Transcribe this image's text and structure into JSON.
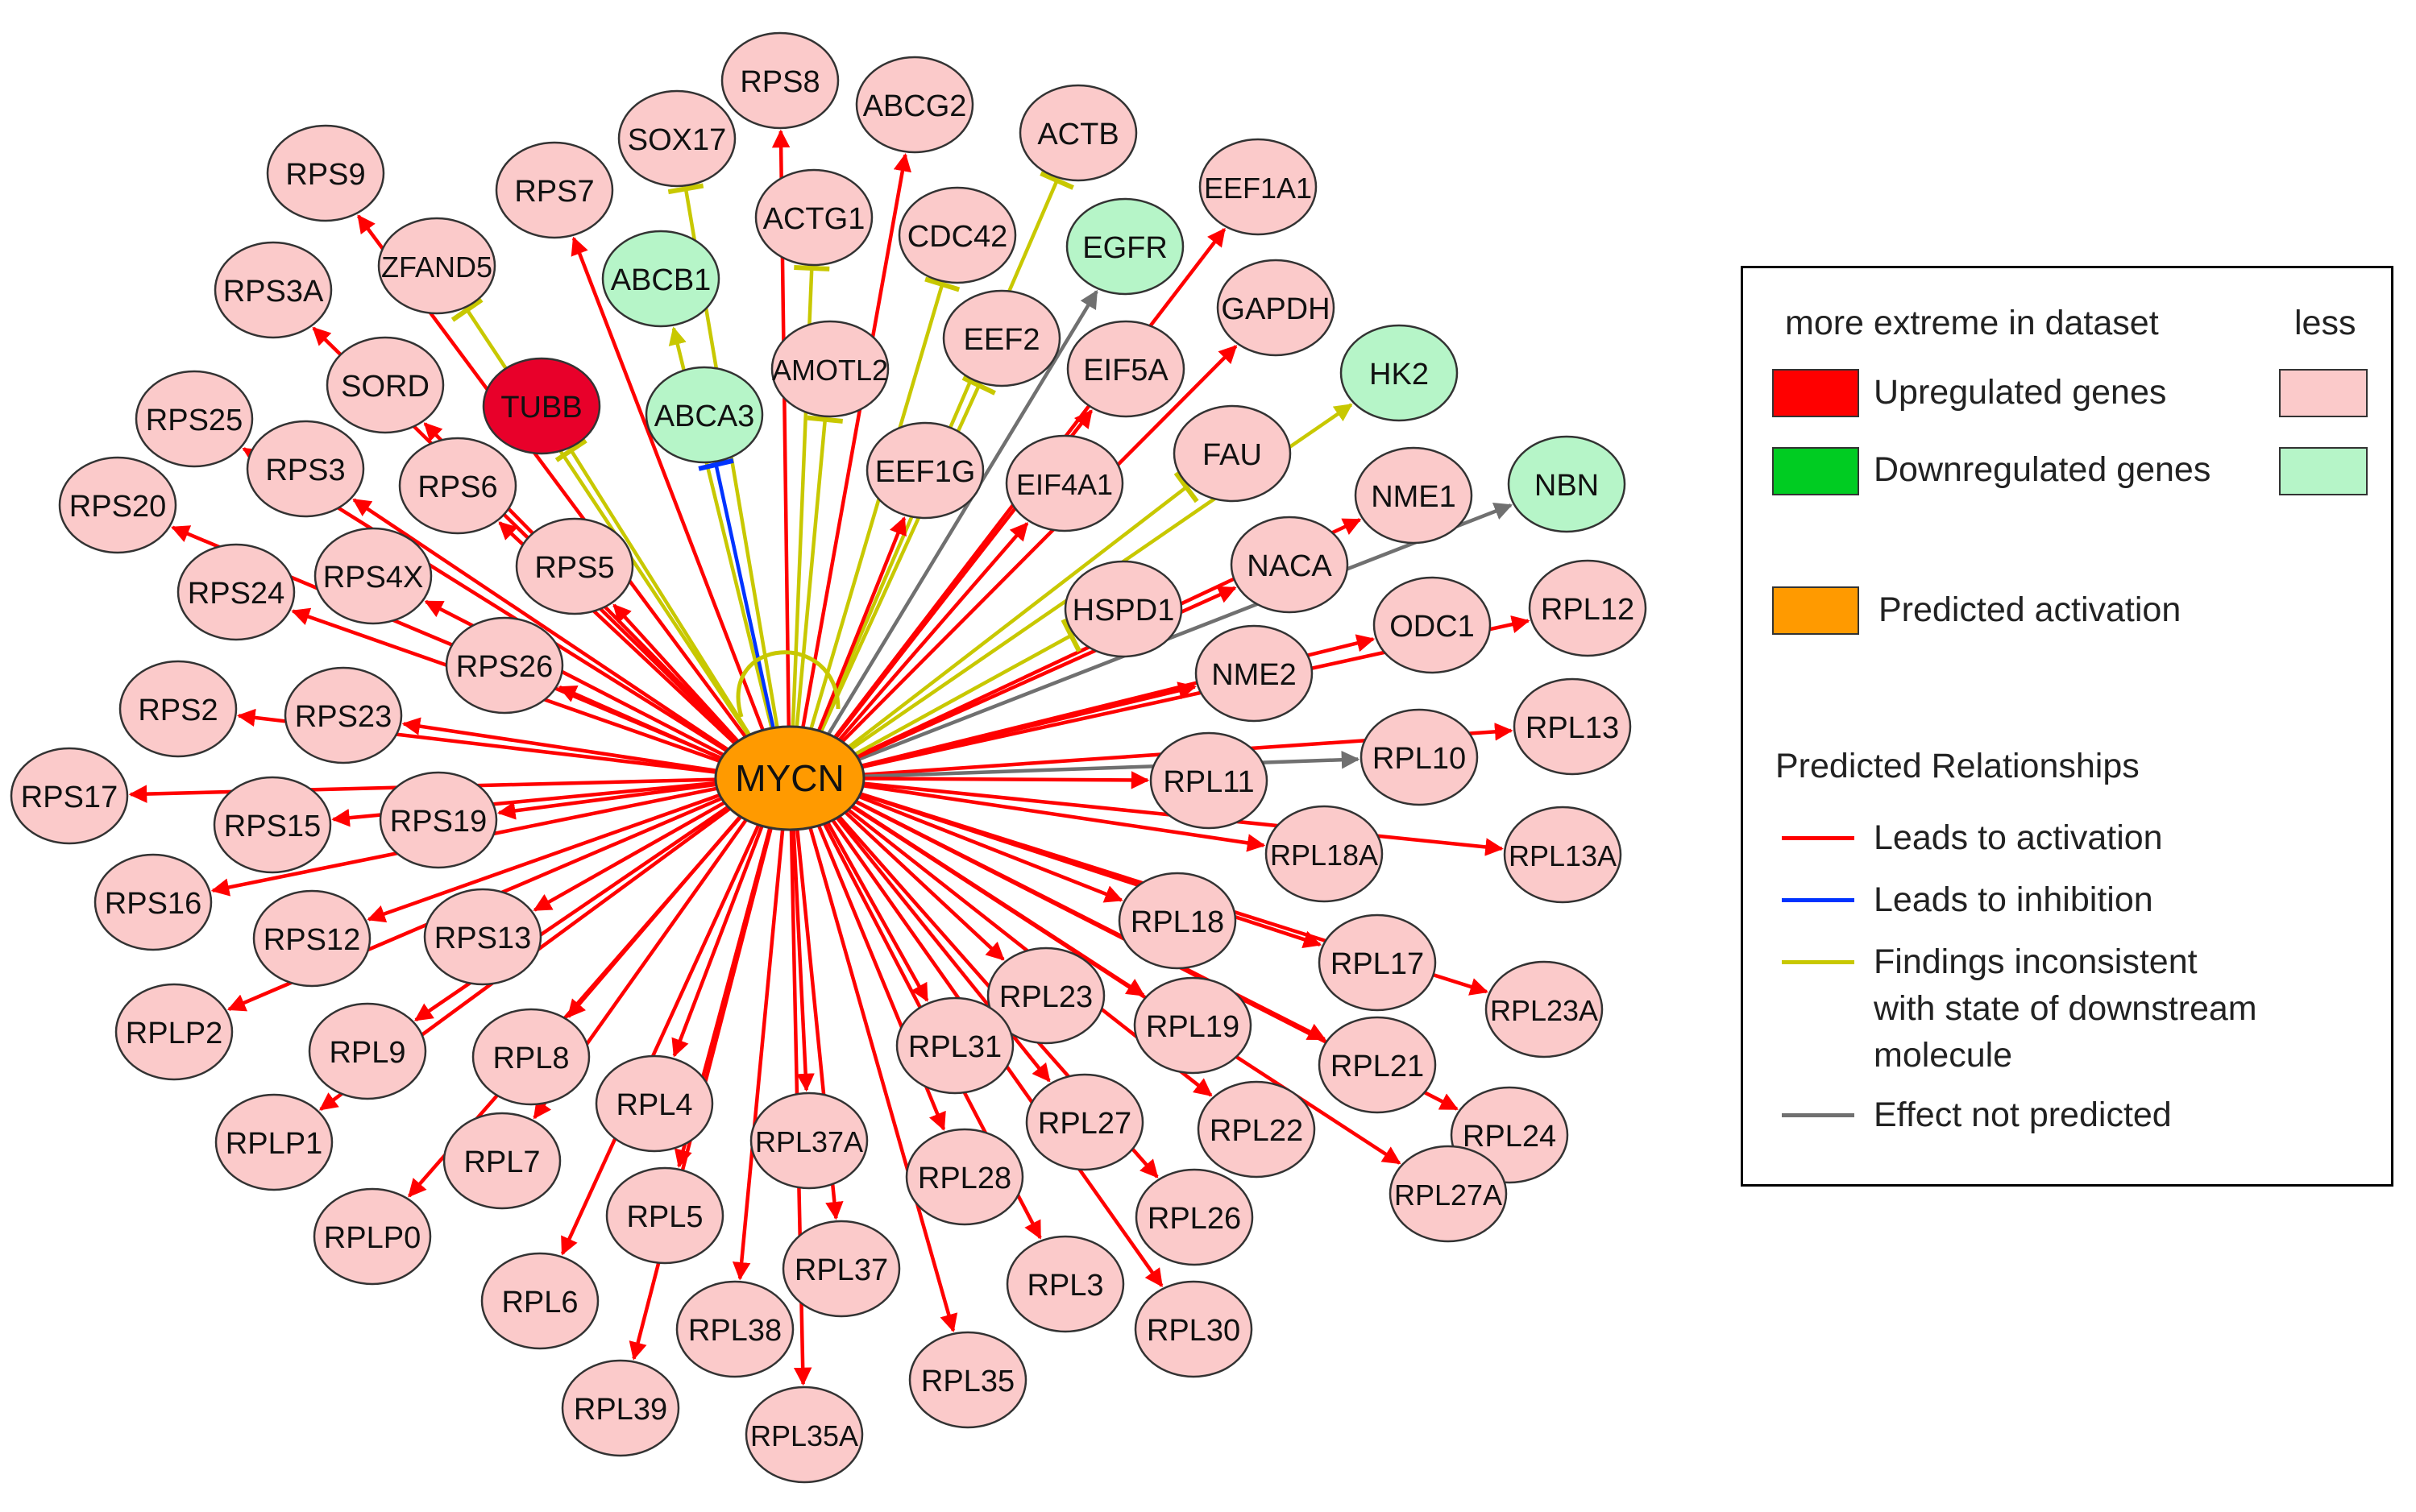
{
  "center": {
    "label": "MYCN",
    "status": "predicted"
  },
  "edge_colors": {
    "activation": "#ff0000",
    "inhibition": "#0033ff",
    "inconsistent": "#c8c800",
    "not_predicted": "#707070"
  },
  "node_colors": {
    "up_strong": "#e8002a",
    "up_light": "#fbcaca",
    "down_light": "#b6f5c8",
    "predicted": "#ff9a00"
  },
  "nodes": [
    {
      "label": "RPS9",
      "status": "up",
      "relation": "activation"
    },
    {
      "label": "RPS7",
      "status": "up",
      "relation": "activation"
    },
    {
      "label": "SOX17",
      "status": "up",
      "relation": "inconsistent"
    },
    {
      "label": "RPS8",
      "status": "up",
      "relation": "activation"
    },
    {
      "label": "ABCG2",
      "status": "up",
      "relation": "activation"
    },
    {
      "label": "ACTB",
      "status": "up",
      "relation": "inconsistent"
    },
    {
      "label": "EEF1A1",
      "status": "up",
      "relation": "activation"
    },
    {
      "label": "ZFAND5",
      "status": "up",
      "relation": "inconsistent"
    },
    {
      "label": "ACTG1",
      "status": "up",
      "relation": "inconsistent"
    },
    {
      "label": "CDC42",
      "status": "up",
      "relation": "inconsistent"
    },
    {
      "label": "EGFR",
      "status": "down",
      "relation": "not_predicted"
    },
    {
      "label": "RPS3A",
      "status": "up",
      "relation": "activation"
    },
    {
      "label": "ABCB1",
      "status": "down",
      "relation": "inconsistent"
    },
    {
      "label": "GAPDH",
      "status": "up",
      "relation": "activation"
    },
    {
      "label": "TUBB",
      "status": "up_strong",
      "relation": "inconsistent"
    },
    {
      "label": "SORD",
      "status": "up",
      "relation": "activation"
    },
    {
      "label": "AMOTL2",
      "status": "up",
      "relation": "inconsistent"
    },
    {
      "label": "EEF2",
      "status": "up",
      "relation": "inconsistent"
    },
    {
      "label": "EIF5A",
      "status": "up",
      "relation": "activation"
    },
    {
      "label": "HK2",
      "status": "down",
      "relation": "inconsistent"
    },
    {
      "label": "ABCA3",
      "status": "down",
      "relation": "inhibition"
    },
    {
      "label": "RPS25",
      "status": "up",
      "relation": "activation"
    },
    {
      "label": "RPS3",
      "status": "up",
      "relation": "activation"
    },
    {
      "label": "EEF1G",
      "status": "up",
      "relation": "activation"
    },
    {
      "label": "FAU",
      "status": "up",
      "relation": "inconsistent"
    },
    {
      "label": "NBN",
      "status": "down",
      "relation": "not_predicted"
    },
    {
      "label": "RPS6",
      "status": "up",
      "relation": "activation"
    },
    {
      "label": "EIF4A1",
      "status": "up",
      "relation": "activation"
    },
    {
      "label": "NME1",
      "status": "up",
      "relation": "activation"
    },
    {
      "label": "RPS20",
      "status": "up",
      "relation": "activation"
    },
    {
      "label": "RPS5",
      "status": "up",
      "relation": "activation"
    },
    {
      "label": "NACA",
      "status": "up",
      "relation": "activation"
    },
    {
      "label": "RPS4X",
      "status": "up",
      "relation": "activation"
    },
    {
      "label": "HSPD1",
      "status": "up",
      "relation": "inconsistent"
    },
    {
      "label": "RPS24",
      "status": "up",
      "relation": "activation"
    },
    {
      "label": "RPL12",
      "status": "up",
      "relation": "activation"
    },
    {
      "label": "ODC1",
      "status": "up",
      "relation": "activation"
    },
    {
      "label": "RPS26",
      "status": "up",
      "relation": "activation"
    },
    {
      "label": "NME2",
      "status": "up",
      "relation": "activation"
    },
    {
      "label": "RPS2",
      "status": "up",
      "relation": "activation"
    },
    {
      "label": "RPS23",
      "status": "up",
      "relation": "activation"
    },
    {
      "label": "RPL13",
      "status": "up",
      "relation": "activation"
    },
    {
      "label": "RPL10",
      "status": "up",
      "relation": "not_predicted"
    },
    {
      "label": "RPS17",
      "status": "up",
      "relation": "activation"
    },
    {
      "label": "RPL11",
      "status": "up",
      "relation": "activation"
    },
    {
      "label": "RPS15",
      "status": "up",
      "relation": "activation"
    },
    {
      "label": "RPS19",
      "status": "up",
      "relation": "activation"
    },
    {
      "label": "RPL13A",
      "status": "up",
      "relation": "activation"
    },
    {
      "label": "RPL18A",
      "status": "up",
      "relation": "activation"
    },
    {
      "label": "RPS16",
      "status": "up",
      "relation": "activation"
    },
    {
      "label": "RPS12",
      "status": "up",
      "relation": "activation"
    },
    {
      "label": "RPS13",
      "status": "up",
      "relation": "activation"
    },
    {
      "label": "RPL18",
      "status": "up",
      "relation": "activation"
    },
    {
      "label": "RPL17",
      "status": "up",
      "relation": "activation"
    },
    {
      "label": "RPLP2",
      "status": "up",
      "relation": "activation"
    },
    {
      "label": "RPL23A",
      "status": "up",
      "relation": "activation"
    },
    {
      "label": "RPL23",
      "status": "up",
      "relation": "activation"
    },
    {
      "label": "RPL31",
      "status": "up",
      "relation": "activation"
    },
    {
      "label": "RPL9",
      "status": "up",
      "relation": "activation"
    },
    {
      "label": "RPL8",
      "status": "up",
      "relation": "activation"
    },
    {
      "label": "RPL19",
      "status": "up",
      "relation": "activation"
    },
    {
      "label": "RPL21",
      "status": "up",
      "relation": "activation"
    },
    {
      "label": "RPL4",
      "status": "up",
      "relation": "activation"
    },
    {
      "label": "RPLP1",
      "status": "up",
      "relation": "activation"
    },
    {
      "label": "RPL37A",
      "status": "up",
      "relation": "activation"
    },
    {
      "label": "RPL27",
      "status": "up",
      "relation": "activation"
    },
    {
      "label": "RPL22",
      "status": "up",
      "relation": "activation"
    },
    {
      "label": "RPL24",
      "status": "up",
      "relation": "activation"
    },
    {
      "label": "RPL7",
      "status": "up",
      "relation": "activation"
    },
    {
      "label": "RPL28",
      "status": "up",
      "relation": "activation"
    },
    {
      "label": "RPL27A",
      "status": "up",
      "relation": "activation"
    },
    {
      "label": "RPLP0",
      "status": "up",
      "relation": "activation"
    },
    {
      "label": "RPL5",
      "status": "up",
      "relation": "activation"
    },
    {
      "label": "RPL26",
      "status": "up",
      "relation": "activation"
    },
    {
      "label": "RPL37",
      "status": "up",
      "relation": "activation"
    },
    {
      "label": "RPL3",
      "status": "up",
      "relation": "activation"
    },
    {
      "label": "RPL6",
      "status": "up",
      "relation": "activation"
    },
    {
      "label": "RPL38",
      "status": "up",
      "relation": "activation"
    },
    {
      "label": "RPL30",
      "status": "up",
      "relation": "activation"
    },
    {
      "label": "RPL35",
      "status": "up",
      "relation": "activation"
    },
    {
      "label": "RPL39",
      "status": "up",
      "relation": "activation"
    },
    {
      "label": "RPL35A",
      "status": "up",
      "relation": "activation"
    }
  ],
  "legend": {
    "header_more": "more extreme in dataset",
    "header_less": "less",
    "upregulated": "Upregulated genes",
    "downregulated": "Downregulated genes",
    "predicted_activation": "Predicted activation",
    "relationships_title": "Predicted Relationships",
    "leads_activation": "Leads to activation",
    "leads_inhibition": "Leads to inhibition",
    "findings_line1": "Findings inconsistent",
    "findings_line2": "with state of downstream",
    "findings_line3": "molecule",
    "effect_not_predicted": "Effect not predicted",
    "colors": {
      "up_dark": "#ff0000",
      "up_light": "#fbcaca",
      "down_dark": "#00cc22",
      "down_light": "#b6f5c8",
      "predicted": "#ff9a00"
    }
  }
}
